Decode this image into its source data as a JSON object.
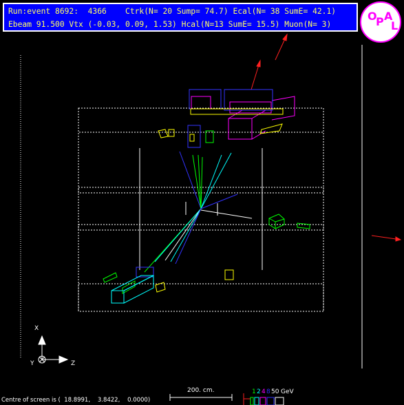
{
  "header": {
    "line1": "Run:event 8692:  4366    Ctrk(N= 20 Sump= 74.7) Ecal(N= 38 SumE= 42.1)",
    "line2": "Ebeam 91.500 Vtx (-0.03, 0.09, 1.53) Hcal(N=13 SumE= 15.5) Muon(N= 3)"
  },
  "logo": {
    "letters": [
      "O",
      "P",
      "A",
      "L"
    ]
  },
  "axes": {
    "x_label": "X",
    "y_label": "Y",
    "z_label": "Z"
  },
  "footer": {
    "centre": "Centre of screen is (  18.8991,    3.8422,    0.0000)",
    "scale": "200. cm.",
    "legend_values": [
      "1",
      "2",
      "4",
      "8",
      "50"
    ],
    "legend_unit": "GeV"
  },
  "colors": {
    "info_bg": "#0000ff",
    "info_text": "#ffff66",
    "track_green": "#00ff00",
    "track_cyan": "#00ffff",
    "track_blue": "#3333ff",
    "ecal_yellow": "#ffff00",
    "hcal_magenta": "#ff00ff",
    "muon_red": "#ff2020"
  }
}
